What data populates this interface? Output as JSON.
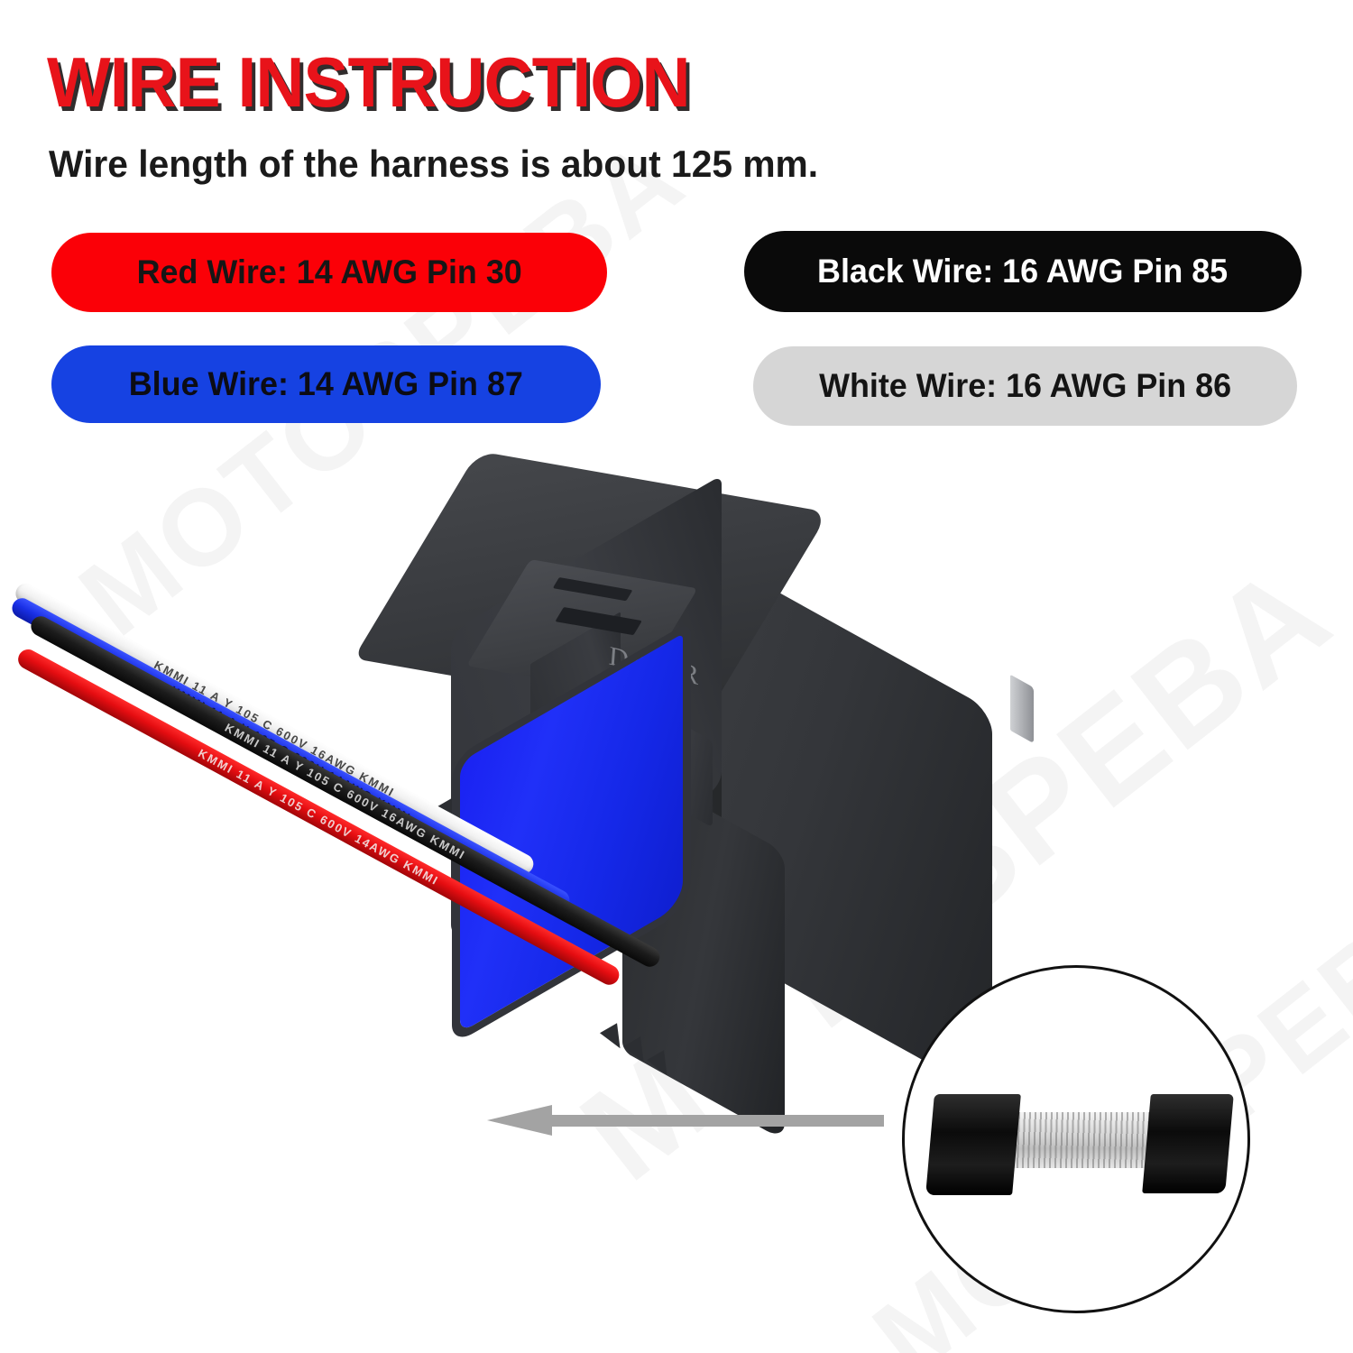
{
  "header": {
    "title": "WIRE INSTRUCTION",
    "subtitle": "Wire length of the harness is about 125 mm.",
    "title_color": "#e8131a",
    "title_shadow_color": "#141010"
  },
  "legend": {
    "items": [
      {
        "key": "red",
        "label": "Red Wire: 14 AWG Pin 30",
        "wire_color": "Red",
        "gauge": "14 AWG",
        "pin": "30",
        "pill_background": "#fb0007",
        "pill_text_color": "#161616"
      },
      {
        "key": "black",
        "label": "Black Wire: 16 AWG Pin 85",
        "wire_color": "Black",
        "gauge": "16 AWG",
        "pin": "85",
        "pill_background": "#0a0a0a",
        "pill_text_color": "#ffffff"
      },
      {
        "key": "blue",
        "label": "Blue Wire: 14 AWG Pin 87",
        "wire_color": "Blue",
        "gauge": "14 AWG",
        "pin": "87",
        "pill_background": "#1642e2",
        "pill_text_color": "#0c0c14"
      },
      {
        "key": "white",
        "label": "White Wire: 16 AWG Pin 86",
        "wire_color": "White",
        "gauge": "16 AWG",
        "pin": "86",
        "pill_background": "#d6d6d6",
        "pill_text_color": "#141414"
      }
    ]
  },
  "product": {
    "brand_text": "DAIER",
    "body_color": "#2f3033",
    "connector_color": "#1a22f2",
    "wires": [
      {
        "name": "white-wire",
        "color": "#f2f2f2",
        "print": "KMMI  11 A Y  105 C  600V  16AWG  KMMI"
      },
      {
        "name": "blue-wire",
        "color": "#1a30e6",
        "print": "KMMI  11 A Y  105 C  600V  14AWG  KMMI"
      },
      {
        "name": "red-wire",
        "color": "#e50d11",
        "print": "KMMI  11 A Y  105 C  600V  14AWG  KMMI"
      },
      {
        "name": "black-wire",
        "color": "#1c1c1c",
        "print": "KMMI  11 A Y  105 C  600V  16AWG  KMMI"
      }
    ]
  },
  "callout": {
    "arrow_direction": "left",
    "arrow_color": "#a3a3a3",
    "detail_description": "stripped wire showing tinned copper strands"
  },
  "watermark": {
    "text": "MOTOSPEBA"
  }
}
